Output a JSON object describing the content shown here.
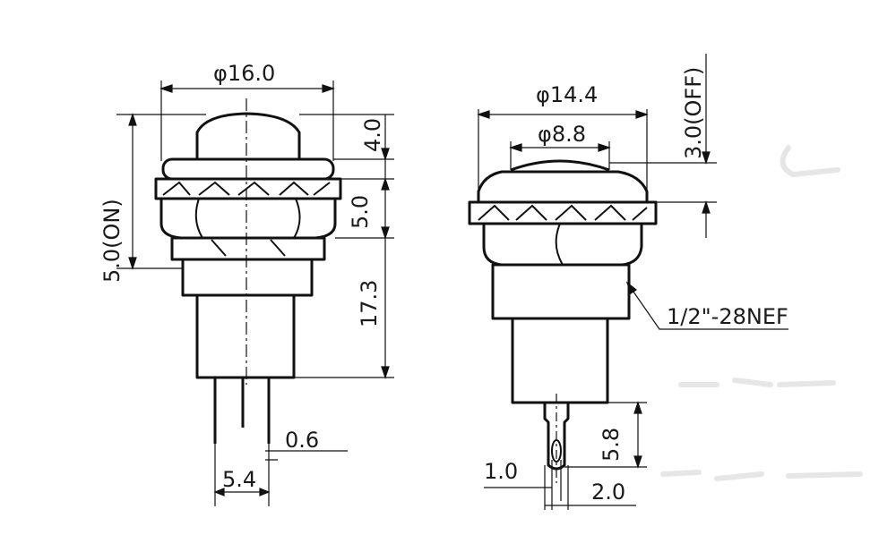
{
  "left_view": {
    "diameter_label": "φ16.0",
    "stroke_label": "5.0(ON)",
    "cap_height_label": "4.0",
    "nut_height_label": "5.0",
    "body_height_label": "17.3",
    "pin_width_label": "0.6",
    "pin_spacing_label": "5.4"
  },
  "right_view": {
    "outer_diameter_label": "φ14.4",
    "cap_diameter_label": "φ8.8",
    "off_stroke_label": "3.0(OFF)",
    "thread_label": "1/2\"-28NEF",
    "terminal_length_label": "5.8",
    "hole_label": "1.0",
    "terminal_width_label": "2.0"
  },
  "colors": {
    "line": "#111111",
    "background": "#ffffff"
  }
}
